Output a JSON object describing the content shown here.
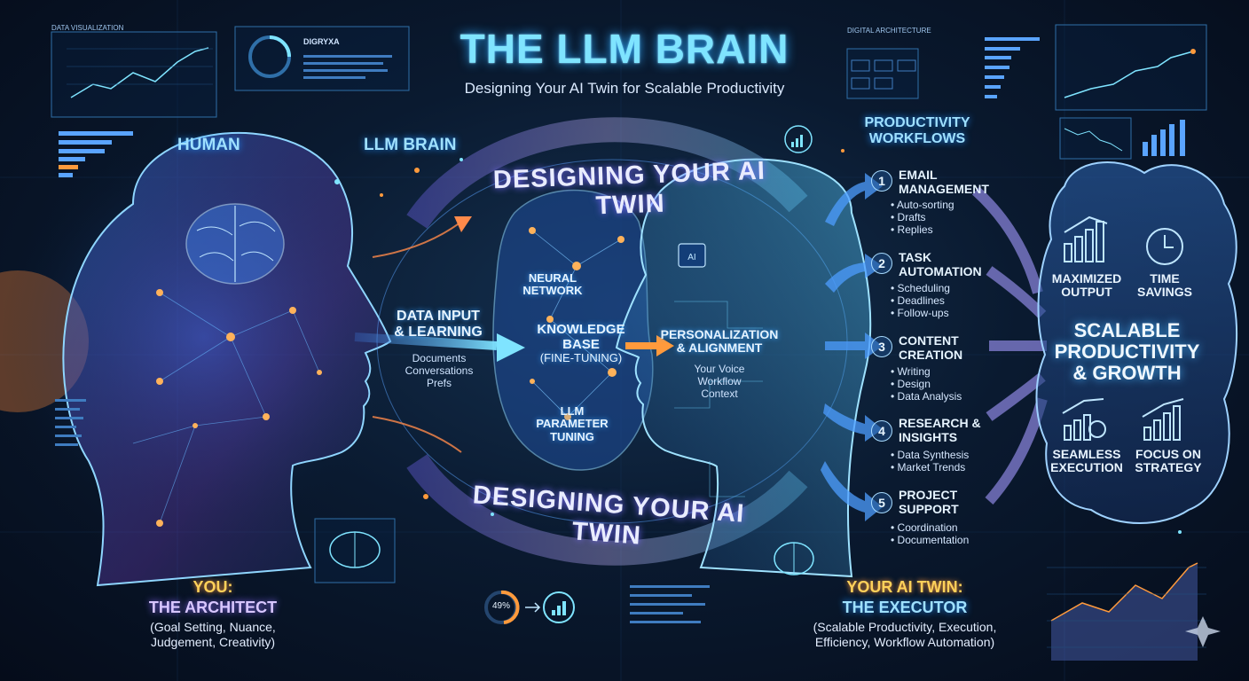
{
  "header": {
    "title": "THE LLM BRAIN",
    "subtitle": "Designing Your AI Twin for Scalable Productivity"
  },
  "side_panels": {
    "data_visualization_label": "DATA VISUALIZATION",
    "digital_architecture_label": "DIGITAL ARCHITECTURE",
    "top_panel_label": "DIGRYXA"
  },
  "labels": {
    "human": "HUMAN",
    "llm_brain": "LLM BRAIN",
    "arc_top": "DESIGNING YOUR AI TWIN",
    "arc_bottom": "DESIGNING YOUR AI TWIN"
  },
  "flow": {
    "data_input": {
      "title_line1": "DATA INPUT",
      "title_line2": "& LEARNING",
      "items": [
        "Documents",
        "Conversations",
        "Prefs"
      ]
    },
    "neural_network": {
      "line1": "NEURAL",
      "line2": "NETWORK"
    },
    "knowledge_base": {
      "line1": "KNOWLEDGE",
      "line2": "BASE",
      "line3": "(FINE-TUNING)"
    },
    "parameter_tuning": {
      "line1": "LLM",
      "line2": "PARAMETER",
      "line3": "TUNING"
    },
    "personalization": {
      "line1": "PERSONALIZATION",
      "line2": "& ALIGNMENT",
      "items": [
        "Your Voice",
        "Workflow",
        "Context"
      ]
    }
  },
  "workflows": {
    "heading_line1": "PRODUCTIVITY",
    "heading_line2": "WORKFLOWS",
    "items": [
      {
        "num": "1",
        "title_line1": "EMAIL",
        "title_line2": "MANAGEMENT",
        "bullets": [
          "Auto-sorting",
          "Drafts",
          "Replies"
        ]
      },
      {
        "num": "2",
        "title_line1": "TASK",
        "title_line2": "AUTOMATION",
        "bullets": [
          "Scheduling",
          "Deadlines",
          "Follow-ups"
        ]
      },
      {
        "num": "3",
        "title_line1": "CONTENT",
        "title_line2": "CREATION",
        "bullets": [
          "Writing",
          "Design",
          "Data Analysis"
        ]
      },
      {
        "num": "4",
        "title_line1": "RESEARCH &",
        "title_line2": "INSIGHTS",
        "bullets": [
          "Data Synthesis",
          "Market Trends"
        ]
      },
      {
        "num": "5",
        "title_line1": "PROJECT",
        "title_line2": "SUPPORT",
        "bullets": [
          "Coordination",
          "Documentation"
        ]
      }
    ]
  },
  "outcomes": {
    "center_line1": "SCALABLE",
    "center_line2": "PRODUCTIVITY",
    "center_line3": "& GROWTH",
    "maximized_output": {
      "line1": "MAXIMIZED",
      "line2": "OUTPUT"
    },
    "time_savings": {
      "line1": "TIME",
      "line2": "SAVINGS"
    },
    "seamless_execution": {
      "line1": "SEAMLESS",
      "line2": "EXECUTION"
    },
    "focus_on_strategy": {
      "line1": "FOCUS ON",
      "line2": "STRATEGY"
    }
  },
  "roles": {
    "you": {
      "line1": "YOU:",
      "line2": "THE ARCHITECT",
      "desc_line1": "(Goal Setting, Nuance,",
      "desc_line2": "Judgement, Creativity)"
    },
    "twin": {
      "line1": "YOUR AI TWIN:",
      "line2": "THE EXECUTOR",
      "desc_line1": "(Scalable Productivity, Execution,",
      "desc_line2": "Efficiency, Workflow Automation)"
    }
  },
  "bottom_widget": {
    "percent": "49%"
  },
  "colors": {
    "cyan": "#7fe4ff",
    "accent_orange": "#ff9a3c",
    "panel_border": "#2f6fa8",
    "arc_purple": "#b58cff"
  }
}
